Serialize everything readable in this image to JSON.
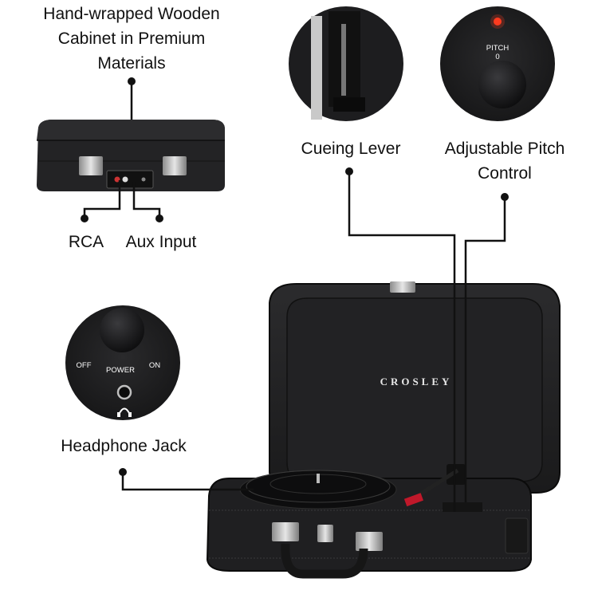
{
  "callouts": {
    "cabinet": [
      "Hand-wrapped Wooden",
      "Cabinet in Premium",
      "Materials"
    ],
    "rca": "RCA",
    "aux": "Aux Input",
    "cueing": "Cueing Lever",
    "pitch": [
      "Adjustable Pitch",
      "Control"
    ],
    "headphone": "Headphone Jack"
  },
  "closeups": {
    "pitch_label": "PITCH",
    "pitch_value": "0",
    "power_label": "POWER",
    "off_label": "OFF",
    "on_label": "ON"
  },
  "brand": "CROSLEY",
  "colors": {
    "body": "#1c1c1e",
    "leader_line": "#111111",
    "indicator_led": "#ff3b1f",
    "tonearm_accent": "#c0182a"
  }
}
